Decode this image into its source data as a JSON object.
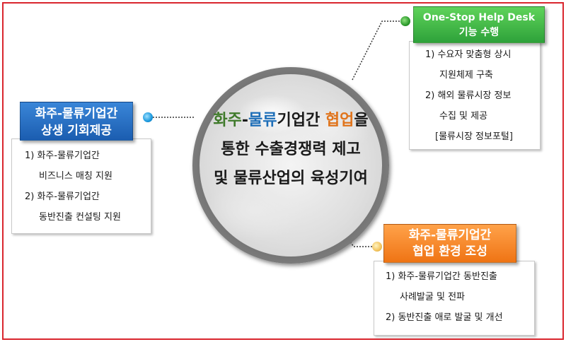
{
  "center": {
    "line1_a": "화주",
    "line1_b": "-",
    "line1_c": "물류",
    "line1_d": "기업간 ",
    "line1_e": "협업",
    "line1_f": "을",
    "line2": "통한 수출경쟁력 제고",
    "line3": "및 물류산업의 육성기여"
  },
  "left": {
    "header_line1": "화주-물류기업간",
    "header_line2": "상생 기회제공",
    "items": [
      "1) 화주-물류기업간",
      "비즈니스 매칭 지원",
      "2) 화주-물류기업간",
      "동반진출 컨설팅 지원"
    ]
  },
  "top": {
    "header_line1": "One-Stop Help Desk",
    "header_line2": "기능 수행",
    "items": [
      "1) 수요자 맞춤형 상시",
      "지원체제 구축",
      "2) 해외 물류시장 정보",
      "수집 및 제공",
      "[물류시장 정보포털]"
    ]
  },
  "bottom": {
    "header_line1": "화주-물류기업간",
    "header_line2": "협업 환경 조성",
    "items": [
      "1) 화주-물류기업간 동반진출",
      "사례발굴 및 전파",
      "2) 동반진출 애로 발굴 및 개선"
    ]
  },
  "colors": {
    "frame": "#d9262e",
    "left_header": "#1b5db0",
    "top_header": "#2ea23a",
    "bottom_header": "#ef7414",
    "accent_green": "#3f7a2a",
    "accent_blue": "#1f6fb8",
    "accent_orange": "#e0741c"
  }
}
